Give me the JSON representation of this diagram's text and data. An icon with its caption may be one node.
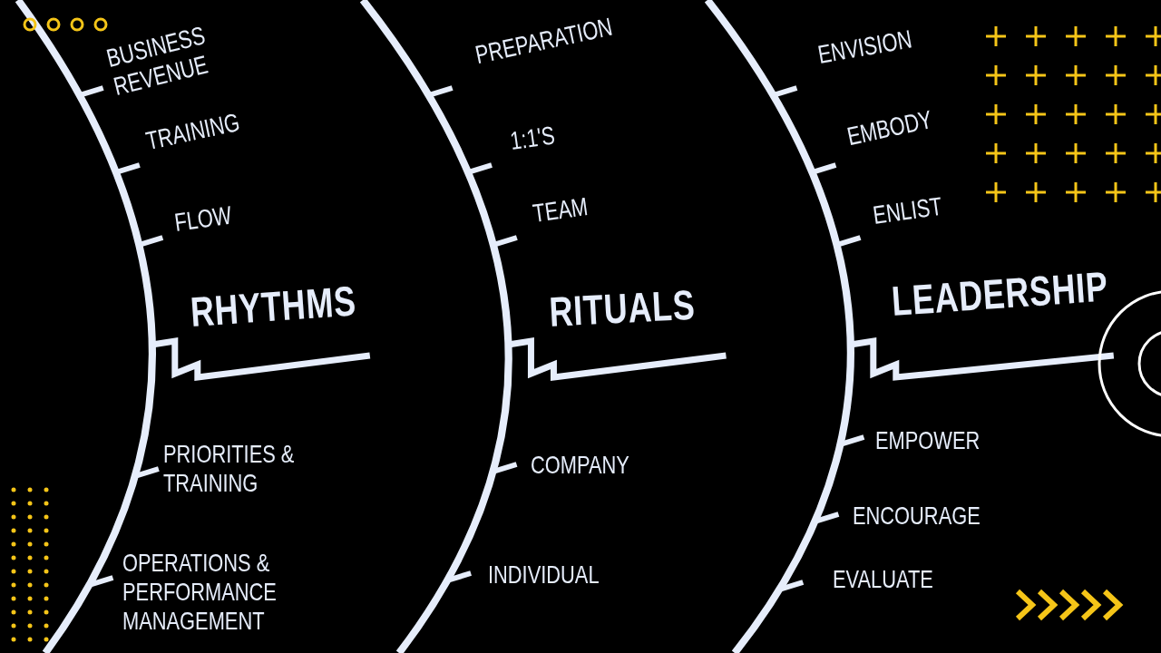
{
  "diagram": {
    "labels": [
      "BUSINESS REVENUE",
      "TRAINING",
      "FLOW",
      "RHYTHMS",
      "PRIORITIES & TRAINING",
      "OPERATIONS & PERFORMANCE MANAGEMENT",
      "PREPARATION",
      "1:1'S",
      "TEAM",
      "RITUALS",
      "COMPANY",
      "INDIVIDUAL",
      "ENVISION",
      "EMBODY",
      "ENLIST",
      "LEADERSHIP",
      "EMPOWER",
      "ENCOURAGE",
      "EVALUATE"
    ]
  }
}
